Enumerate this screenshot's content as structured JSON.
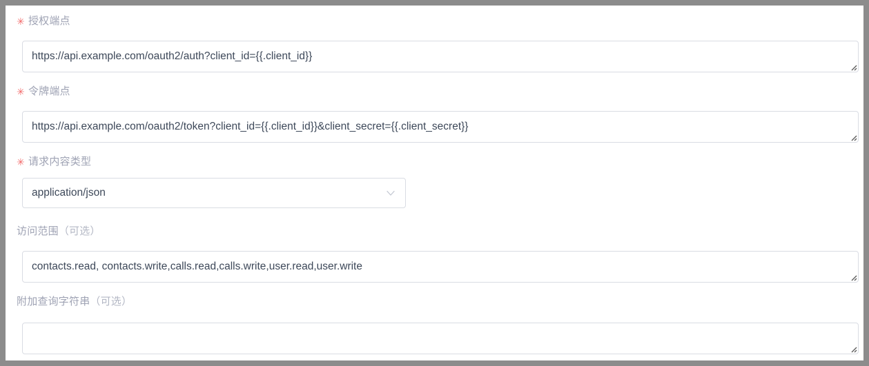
{
  "form": {
    "fields": [
      {
        "key": "authorization_endpoint",
        "required_marker": "✳",
        "label": "授权端点",
        "control": "textarea",
        "value": "https://api.example.com/oauth2/auth?client_id={{.client_id}}",
        "placeholder": ""
      },
      {
        "key": "token_endpoint",
        "required_marker": "✳",
        "label": "令牌端点",
        "control": "textarea",
        "value": "https://api.example.com/oauth2/token?client_id={{.client_id}}&client_secret={{.client_secret}}",
        "placeholder": ""
      },
      {
        "key": "request_content_type",
        "required_marker": "✳",
        "label": "请求内容类型",
        "control": "select",
        "value": "application/json",
        "placeholder": ""
      },
      {
        "key": "scope",
        "required_marker": "",
        "label": "访问范围",
        "label_optional": "（可选）",
        "control": "textarea",
        "value": "contacts.read, contacts.write,calls.read,calls.write,user.read,user.write",
        "placeholder": ""
      },
      {
        "key": "additional_query_string",
        "required_marker": "",
        "label": "附加查询字符串",
        "label_optional": "（可选）",
        "control": "textarea",
        "value": "",
        "placeholder": ""
      }
    ]
  },
  "icons": {
    "chevron_down": "chevron-down-icon",
    "resize_grip": "resize-grip-icon",
    "required_asterisk": "required-asterisk-icon"
  },
  "colors": {
    "required_marker": "#f26b6b",
    "label_text": "#9fa3b4",
    "input_text": "#3d4859",
    "input_border": "#d9dce3",
    "page_background": "#ffffff",
    "outer_frame": "#8c8c8c"
  }
}
